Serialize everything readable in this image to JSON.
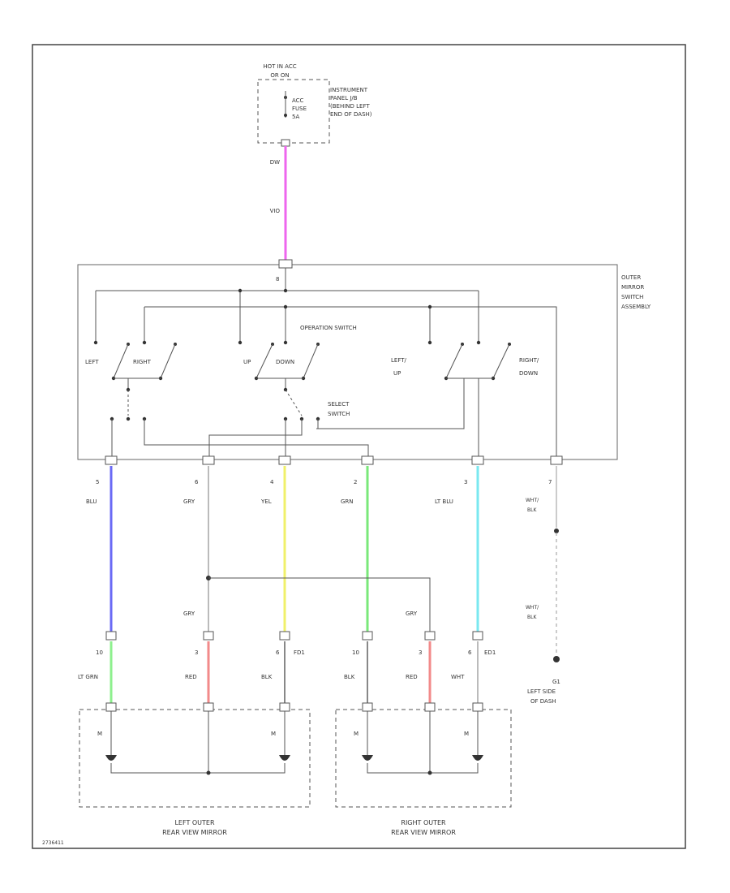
{
  "power_source": {
    "label_lines": [
      "HOT IN ACC",
      "OR ON"
    ],
    "fuse_lines": [
      "ACC",
      "FUSE",
      "5A"
    ],
    "location_lines": [
      "INSTRUMENT",
      "PANEL J/B",
      "(BEHIND LEFT",
      "END OF DASH)"
    ],
    "pin": "DW",
    "wire_color": "VIO",
    "wire_hex": "#ee66ee"
  },
  "switch_assembly": {
    "title_lines": [
      "OUTER",
      "MIRROR",
      "SWITCH",
      "ASSEMBLY"
    ],
    "supply_pin": "8",
    "operation_switch_label": "OPERATION SWITCH",
    "select_switch_lines": [
      "SELECT",
      "SWITCH"
    ],
    "switch_positions": [
      "LEFT",
      "RIGHT",
      "UP",
      "DOWN",
      "LEFT/",
      "UP",
      "RIGHT/",
      "DOWN"
    ]
  },
  "switch_wires": [
    {
      "id": "wire-1",
      "pin": "5",
      "color": "BLU",
      "hex": "#6a6af5"
    },
    {
      "id": "wire-2",
      "pin": "6",
      "color": "GRY",
      "hex": "#bbbbbb"
    },
    {
      "id": "wire-3",
      "pin": "4",
      "color": "YEL",
      "hex": "#f0f06a"
    },
    {
      "id": "wire-4",
      "pin": "2",
      "color": "GRN",
      "hex": "#7ae87a"
    },
    {
      "id": "wire-5",
      "pin": "3",
      "color": "LT BLU",
      "hex": "#7ae8f0"
    },
    {
      "id": "wire-6",
      "pin": "7",
      "color": "WHT/BLK",
      "hex": "#bbbbbb"
    }
  ],
  "ground": {
    "upper_color_lines": [
      "WHT/",
      "BLK"
    ],
    "lower_color_lines": [
      "WHT/",
      "BLK"
    ],
    "ground_id": "G1",
    "location_lines": [
      "LEFT SIDE",
      "OF DASH"
    ]
  },
  "left_mirror": {
    "wires": [
      {
        "pin": "10",
        "color": "LT GRN",
        "hex": "#8ef08e"
      },
      {
        "pin": "3",
        "color": "RED",
        "hex": "#f28a8a"
      },
      {
        "pin": "6",
        "color": "BLK",
        "hex": "#888888"
      }
    ],
    "gray_label": "GRY",
    "connector": "FD1",
    "motor_labels": [
      "M",
      "M"
    ],
    "label_lines": [
      "LEFT OUTER",
      "REAR VIEW MIRROR"
    ]
  },
  "right_mirror": {
    "wires": [
      {
        "pin": "10",
        "color": "BLK",
        "hex": "#888888"
      },
      {
        "pin": "3",
        "color": "RED",
        "hex": "#f28a8a"
      },
      {
        "pin": "6",
        "color": "WHT",
        "hex": "#bbbbbb"
      }
    ],
    "gray_label": "GRY",
    "connector": "ED1",
    "motor_labels": [
      "M",
      "M"
    ],
    "label_lines": [
      "RIGHT OUTER",
      "REAR VIEW MIRROR"
    ]
  },
  "footer_code": "2736411"
}
